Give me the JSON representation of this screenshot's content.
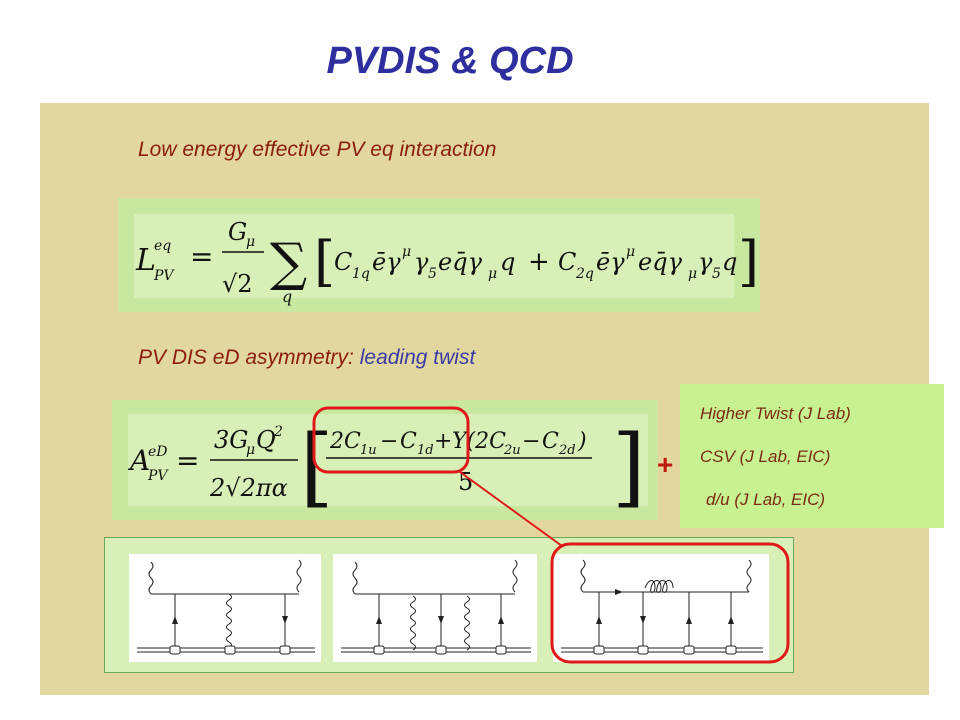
{
  "title": "PVDIS & QCD",
  "section1": {
    "heading": "Low energy effective PV eq interaction"
  },
  "section2": {
    "heading_prefix": "PV DIS eD asymmetry: ",
    "heading_highlight": "leading twist"
  },
  "corrections": {
    "plus_sign": "+",
    "items": [
      "Higher Twist (J Lab)",
      "CSV (J Lab, EIC)",
      "d/u (J Lab, EIC)"
    ]
  },
  "colors": {
    "title": "#2e2e9e",
    "heading": "#8b1c0e",
    "highlight": "#3a3aa6",
    "panel": "#e2d89f",
    "equation_box": "#c8e8a0",
    "corrections_box": "#c8f291",
    "circle": "#e01818"
  },
  "icons": [
    "feynman-diagram-two-gluon-exchange",
    "feynman-diagram-three-gluon-exchange",
    "feynman-diagram-gluon-loop"
  ]
}
